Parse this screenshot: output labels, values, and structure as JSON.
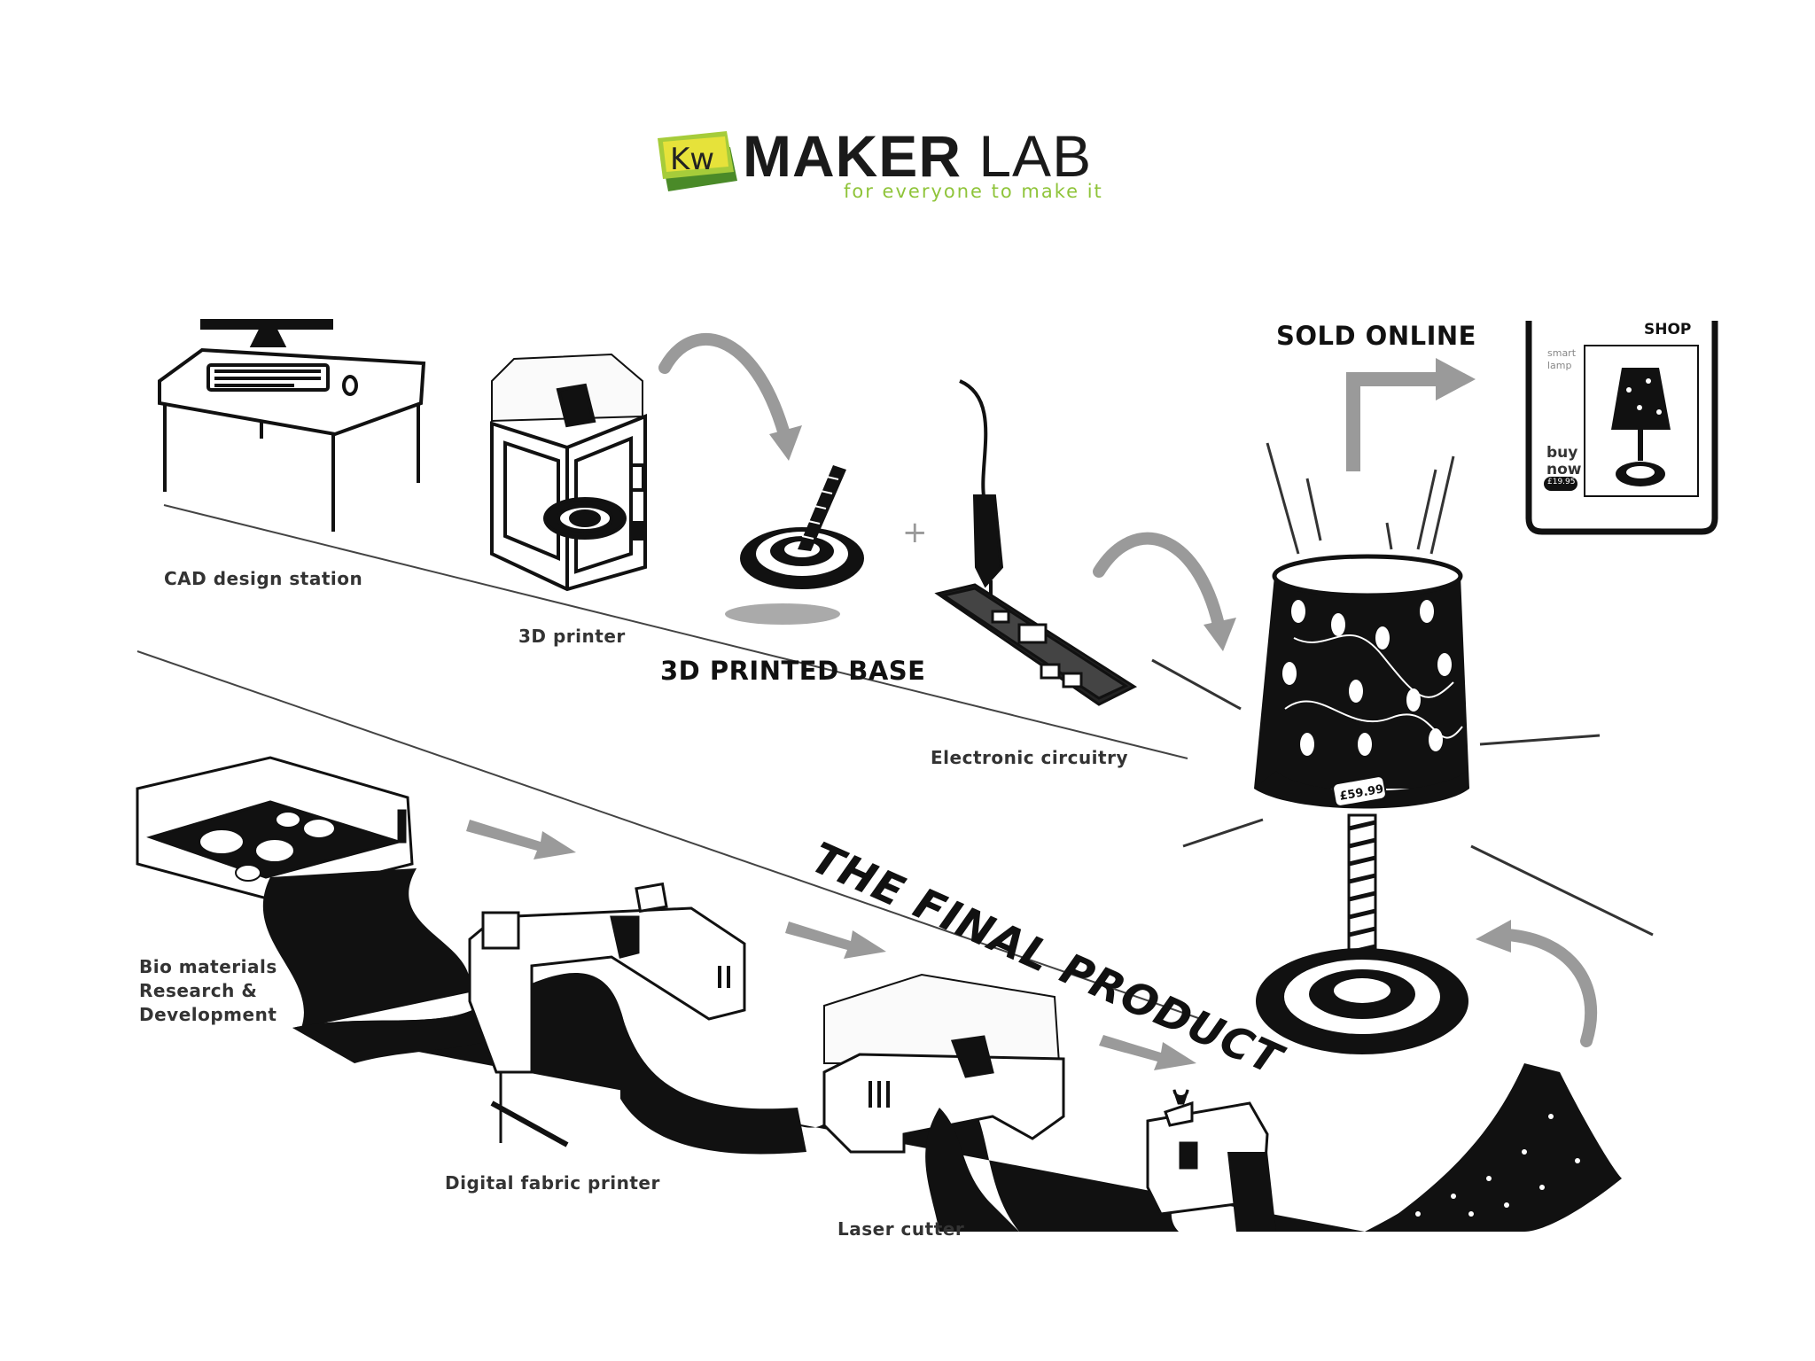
{
  "logo": {
    "badge_text": "Kw",
    "title_bold": "MAKER",
    "title_light": "LAB",
    "tagline": "for everyone to make it",
    "colors": {
      "badge_green": "#a6cc3a",
      "badge_yellow": "#e6e23a",
      "badge_dark": "#4a8a28",
      "tagline": "#8fc43a"
    }
  },
  "labels": {
    "cad": "CAD design station",
    "printer3d": "3D printer",
    "printed_base": "3D PRINTED BASE",
    "circuitry": "Electronic circuitry",
    "sold_online": "SOLD ONLINE",
    "bio_line1": "Bio materials",
    "bio_line2": "Research &",
    "bio_line3": "Development",
    "fabric_printer": "Digital fabric printer",
    "laser_cutter": "Laser cutter",
    "final_product": "THE FINAL PRODUCT"
  },
  "shop": {
    "title": "SHOP",
    "item": "smart",
    "item2": "lamp",
    "buy1": "buy",
    "buy2": "now",
    "price": "£19.95"
  },
  "lamp": {
    "price_tag": "£59.99"
  },
  "icons": [
    "cad-desk-icon",
    "3d-printer-icon",
    "printed-base-icon",
    "circuit-board-icon",
    "soldering-iron-icon",
    "lamp-icon",
    "tablet-shop-icon",
    "bio-incubator-icon",
    "fabric-printer-icon",
    "laser-cutter-icon",
    "sewing-machine-icon",
    "fabric-roll-icon",
    "arrow-icon"
  ]
}
